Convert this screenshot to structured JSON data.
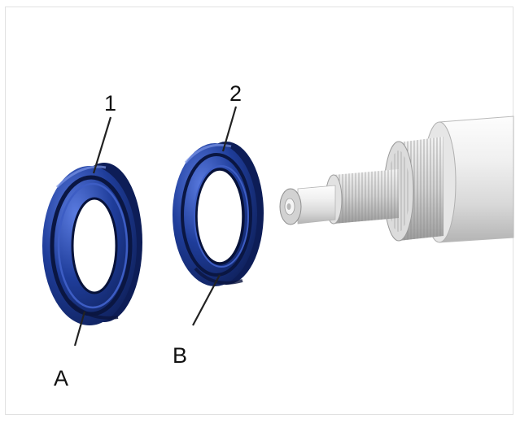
{
  "figure": {
    "callouts": [
      {
        "id": "1",
        "label": "1"
      },
      {
        "id": "2",
        "label": "2"
      },
      {
        "id": "A",
        "label": "A"
      },
      {
        "id": "B",
        "label": "B"
      }
    ],
    "colors": {
      "seal_dark": "#0b1b52",
      "seal_mid": "#1f3d9a",
      "seal_light": "#4d6fcf",
      "shaft_light": "#f2f2f2",
      "shaft_mid": "#d6d6d6",
      "shaft_dark": "#a9a9a9",
      "line": "#222222"
    },
    "icons": [
      "seal-ring-1",
      "seal-ring-2",
      "splined-shaft"
    ]
  }
}
